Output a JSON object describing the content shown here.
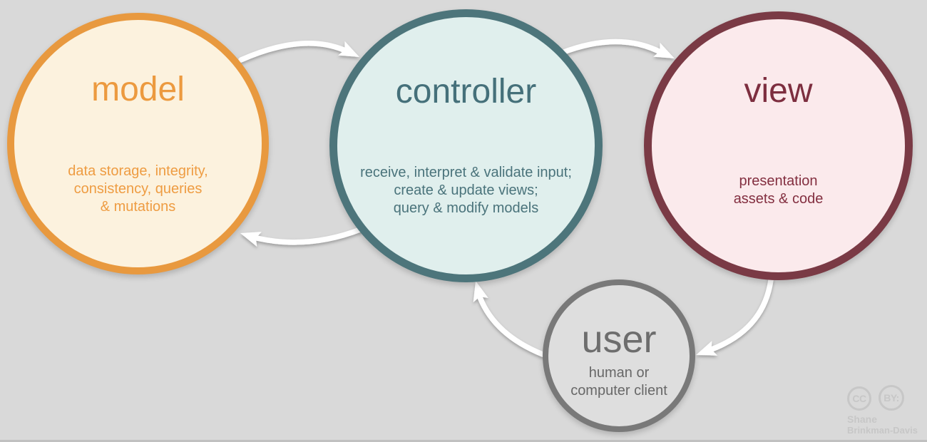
{
  "diagram": {
    "type": "cycle-diagram",
    "subject": "model-view-controller"
  },
  "nodes": {
    "model": {
      "title": "model",
      "lines": [
        "data storage, integrity,",
        "consistency, queries",
        "& mutations"
      ],
      "border_color": "#e8993f",
      "fill_color": "#fcf2de",
      "text_color": "#ec9a3f"
    },
    "controller": {
      "title": "controller",
      "lines": [
        "receive, interpret & validate input;",
        "create & update views;",
        "query & modify models"
      ],
      "border_color": "#4d757b",
      "fill_color": "#e0efed",
      "text_color": "#45707a"
    },
    "view": {
      "title": "view",
      "lines": [
        "presentation",
        "assets & code"
      ],
      "border_color": "#7a3a45",
      "fill_color": "#fbeaec",
      "text_color": "#7d2e3f"
    },
    "user": {
      "title": "user",
      "lines": [
        "human or",
        "computer client"
      ],
      "border_color": "#797979",
      "fill_color": "#dedede",
      "text_color": "#6d6d6d"
    }
  },
  "edges": [
    {
      "from": "model",
      "to": "controller"
    },
    {
      "from": "controller",
      "to": "view"
    },
    {
      "from": "controller",
      "to": "model"
    },
    {
      "from": "view",
      "to": "user"
    },
    {
      "from": "user",
      "to": "controller"
    }
  ],
  "arrow_color": "#ffffff",
  "background_color": "#d9d9d9",
  "attribution": {
    "cc_label": "CC",
    "by_label": "BY:",
    "name_line1": "Shane",
    "name_line2": "Brinkman-Davis"
  }
}
